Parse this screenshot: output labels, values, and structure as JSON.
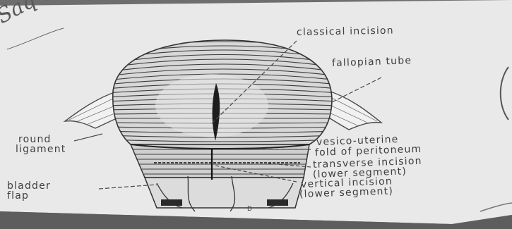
{
  "labels": {
    "classical_incision": "classical incision",
    "fallopian_tube": "fallopian tube",
    "round_ligament_1": "round",
    "round_ligament_2": "ligament",
    "vesico_uterine_1": "vesico-uterine",
    "vesico_uterine_2": "fold of peritoneum",
    "transverse_1": "transverse incision",
    "transverse_2": "(lower segment)",
    "vertical_1": "vertical incision",
    "vertical_2": "(lower segment)",
    "bladder_1": "bladder",
    "bladder_2": "flap"
  },
  "handwriting": "Ѕаq ?.",
  "corner_mark": "D",
  "colors": {
    "paper": "#e9e9e9",
    "ink": "#3f3f3f",
    "background": "#6e6e6e"
  }
}
